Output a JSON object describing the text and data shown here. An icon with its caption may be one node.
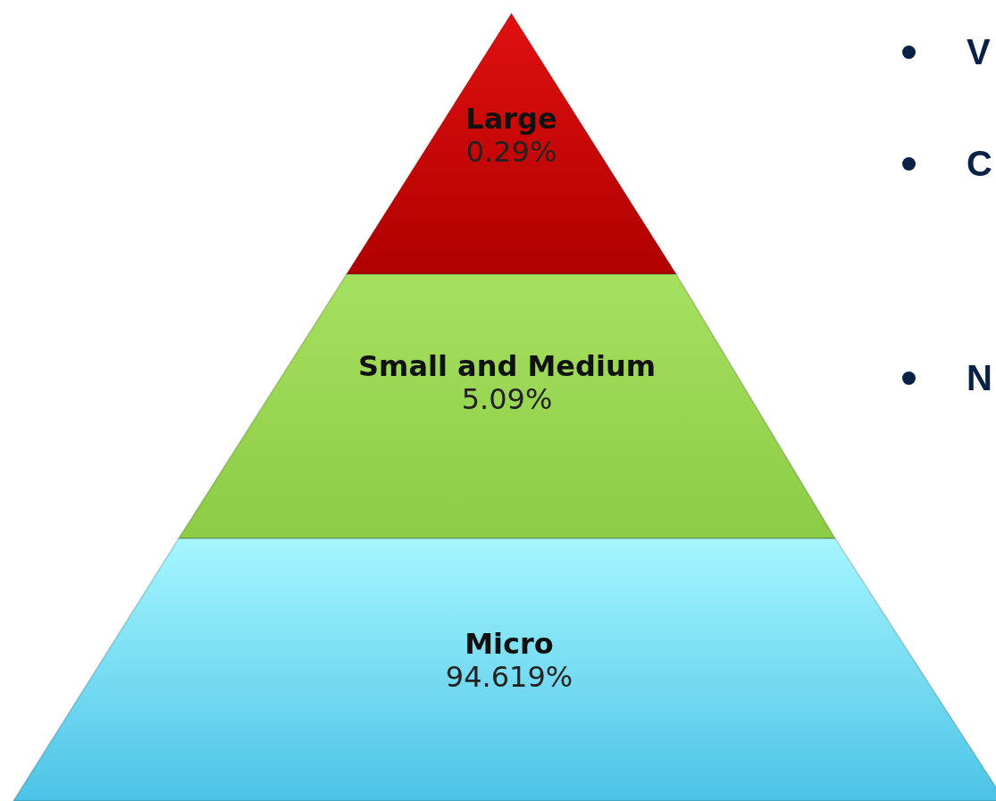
{
  "diagram": {
    "nodes": [
      {
        "text": [
          "Large",
          "0.29%"
        ]
      },
      {
        "text": [
          "Small and Medium",
          "5.09%"
        ]
      },
      {
        "text": [
          "Micro",
          "94.619%"
        ]
      }
    ],
    "labels": [
      "V",
      "C",
      "N"
    ]
  }
}
